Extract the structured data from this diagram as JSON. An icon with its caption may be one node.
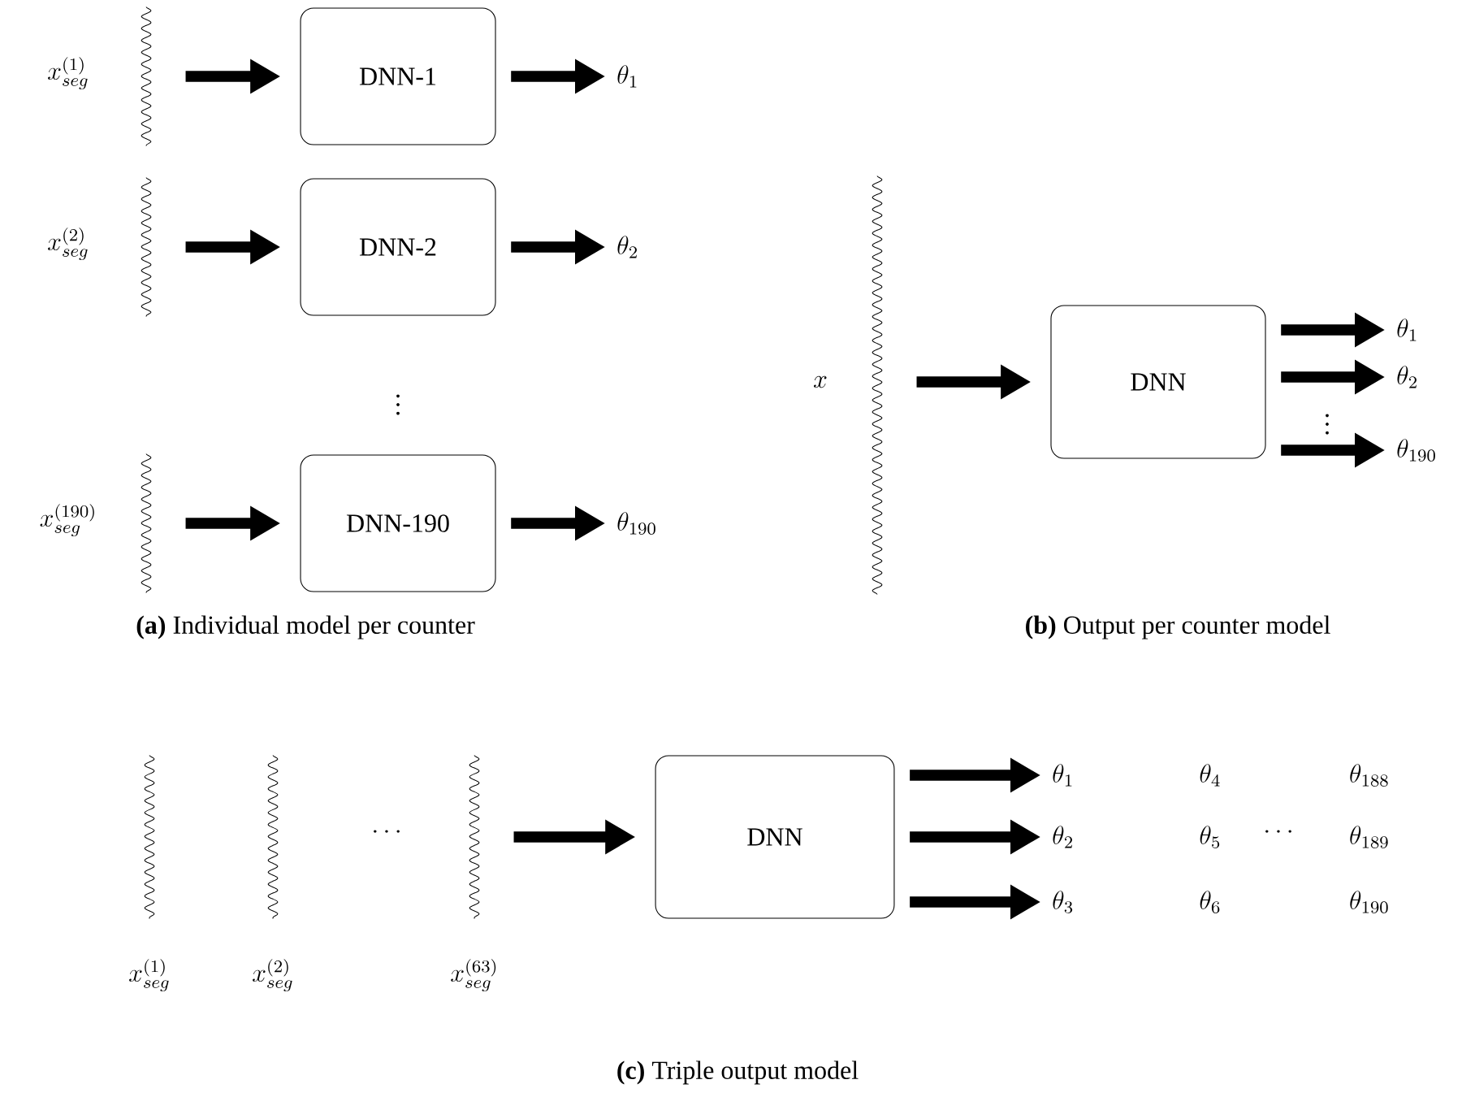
{
  "diagram": {
    "nodes": [
      {
        "text": [],
        "shape": "wave",
        "beside": [
          "x_{seg}^{(1)}"
        ]
      },
      {
        "text": [
          "DNN-1"
        ]
      },
      {
        "text": [
          "\\theta_1"
        ]
      },
      {
        "text": [],
        "shape": "wave",
        "beside": [
          "x_{seg}^{(2)}"
        ]
      },
      {
        "text": [
          "DNN-2"
        ]
      },
      {
        "text": [
          "\\theta_2"
        ]
      },
      {
        "text": [],
        "shape": "wave",
        "beside": [
          "x_{seg}^{(190)}"
        ]
      },
      {
        "text": [
          "DNN-190"
        ]
      },
      {
        "text": [
          "\\theta_{190}"
        ]
      },
      {
        "text": [],
        "shape": "wave",
        "beside": [
          "x"
        ]
      },
      {
        "text": [
          "DNN"
        ]
      },
      {
        "text": [
          "\\theta_1"
        ]
      },
      {
        "text": [
          "\\theta_2"
        ]
      },
      {
        "text": [
          "\\theta_{190}"
        ]
      },
      {
        "text": [],
        "shape": "wave",
        "beside": [
          "x_{seg}^{(1)}"
        ]
      },
      {
        "text": [],
        "shape": "wave",
        "beside": [
          "x_{seg}^{(2)}"
        ]
      },
      {
        "text": [],
        "shape": "wave",
        "beside": [
          "x_{seg}^{(63)}"
        ]
      },
      {
        "text": [
          "DNN"
        ]
      },
      {
        "text": [
          "\\theta_1"
        ]
      },
      {
        "text": [
          "\\theta_2"
        ]
      },
      {
        "text": [
          "\\theta_3"
        ]
      }
    ],
    "edges": [
      {
        "from": 0,
        "to": 1,
        "arrow": "to"
      },
      {
        "from": 1,
        "to": 2,
        "arrow": "to"
      },
      {
        "from": 3,
        "to": 4,
        "arrow": "to"
      },
      {
        "from": 4,
        "to": 5,
        "arrow": "to"
      },
      {
        "from": 6,
        "to": 7,
        "arrow": "to"
      },
      {
        "from": 7,
        "to": 8,
        "arrow": "to"
      },
      {
        "from": 9,
        "to": 10,
        "arrow": "to"
      },
      {
        "from": 10,
        "to": 11,
        "arrow": "to"
      },
      {
        "from": 10,
        "to": 12,
        "arrow": "to"
      },
      {
        "from": 10,
        "to": 13,
        "arrow": "to"
      },
      {
        "from": 16,
        "to": 17,
        "arrow": "to"
      },
      {
        "from": 17,
        "to": 18,
        "arrow": "to"
      },
      {
        "from": 17,
        "to": 19,
        "arrow": "to"
      },
      {
        "from": 17,
        "to": 20,
        "arrow": "to"
      }
    ],
    "labels": [
      "\\vdots",
      "\\vdots",
      "**(a)** Individual model per counter",
      "**(b)** Output per counter model",
      "\\cdots",
      "\\theta_4",
      "\\theta_{188}",
      "\\theta_5",
      "\\cdots",
      "\\theta_{189}",
      "\\theta_6",
      "\\theta_{190}",
      "**(c)** Triple output model"
    ]
  }
}
